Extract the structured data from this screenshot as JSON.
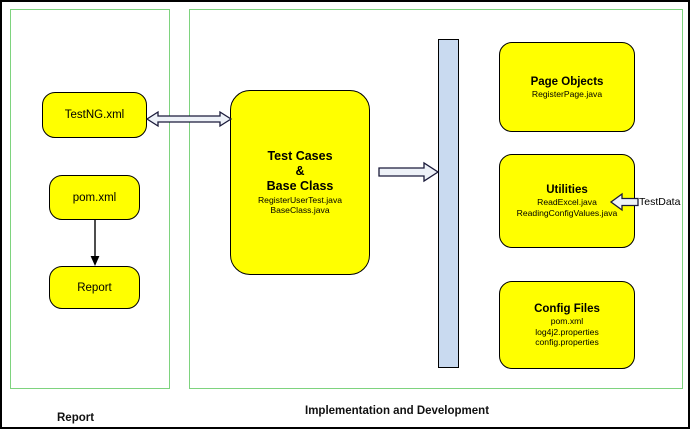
{
  "diagram": {
    "panels": [
      {
        "id": "report-panel",
        "label": "Report"
      },
      {
        "id": "implementation-panel",
        "label": "Implementation and Development"
      }
    ],
    "nodes": {
      "testng": {
        "title": "TestNG.xml"
      },
      "pom": {
        "title": "pom.xml"
      },
      "report": {
        "title": "Report"
      },
      "test_cases": {
        "line1": "Test Cases",
        "line2": "&",
        "line3": "Base Class",
        "sub1": "RegisterUserTest.java",
        "sub2": "BaseClass.java"
      },
      "page_objects": {
        "title": "Page Objects",
        "sub1": "RegisterPage.java"
      },
      "utilities": {
        "title": "Utilities",
        "sub1": "ReadExcel.java",
        "sub2": "ReadingConfigValues.java"
      },
      "config_files": {
        "title": "Config Files",
        "sub1": "pom.xml",
        "sub2": "log4j2.properties",
        "sub3": "config.properties"
      }
    },
    "labels": {
      "test_data": "TestData"
    },
    "colors": {
      "node_fill": "#ffff00",
      "node_stroke": "#000000",
      "panel_stroke": "#7ed37e",
      "bar_fill": "#c9daf0",
      "arrow_fill": "#eef2f8",
      "arrow_stroke": "#1a1a3a",
      "background": "#ffffff"
    }
  }
}
